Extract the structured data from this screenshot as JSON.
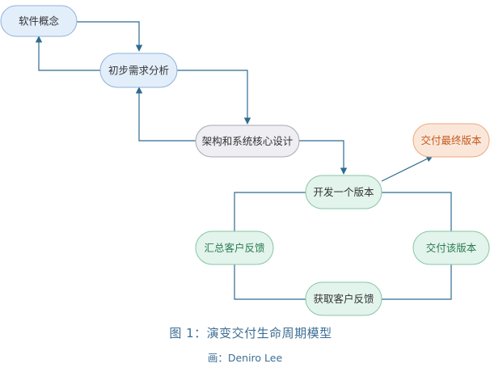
{
  "nodes": {
    "software_concept": "软件概念",
    "requirements_analysis": "初步需求分析",
    "architecture_design": "架构和系统核心设计",
    "develop_version": "开发一个版本",
    "deliver_final": "交付最终版本",
    "collect_feedback": "汇总客户反馈",
    "deliver_version": "交付该版本",
    "obtain_feedback": "获取客户反馈"
  },
  "caption": "图 1：演变交付生命周期模型",
  "credit": "画：Deniro Lee",
  "colors": {
    "blue_fill": "#e3eefb",
    "blue_stroke": "#8fb1d9",
    "gray_fill": "#eeeef3",
    "gray_stroke": "#a8a8b5",
    "green_fill": "#e3f4ec",
    "green_stroke": "#84c7a4",
    "orange_fill": "#fbe7da",
    "orange_stroke": "#f0a77a",
    "edge": "#2e6b8f",
    "text_dark": "#333333",
    "text_green": "#2a7a52",
    "text_orange": "#c25a1e"
  }
}
